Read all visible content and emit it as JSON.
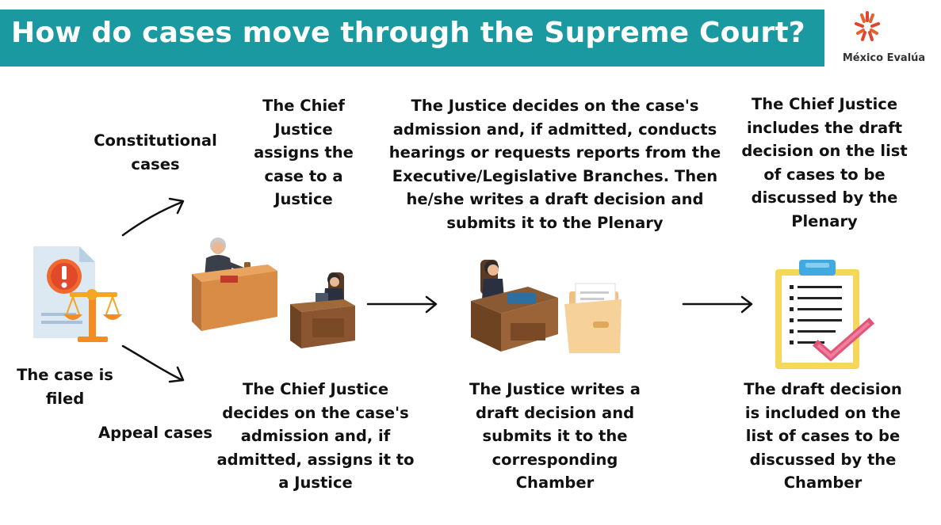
{
  "header": {
    "title": "How do cases move through the Supreme Court?",
    "logo_text": "México Evalúa",
    "accent_color": "#1a9aa0"
  },
  "start": {
    "label": "The case is filed"
  },
  "branches": {
    "constitutional_label": "Constitutional cases",
    "appeal_label": "Appeal cases"
  },
  "constitutional_steps": [
    "The Chief Justice assigns the case to a Justice",
    "The Justice  decides on the case's admission and, if admitted, conducts hearings or requests reports from the Executive/Legislative Branches. Then he/she writes a draft decision and submits it to the Plenary",
    "The Chief Justice includes the draft decision on the list of cases to be discussed by the Plenary"
  ],
  "appeal_steps": [
    "The Chief Justice decides on the case's admission and, if admitted, assigns it to a Justice",
    "The Justice writes a draft decision and submits it to the corresponding Chamber",
    "The draft decision is included on the list of cases to be discussed by the Chamber"
  ],
  "icons": [
    "case-filed-icon",
    "justices-desks-icon",
    "justice-with-folder-icon",
    "clipboard-check-icon",
    "mexico-evalua-logo-icon"
  ]
}
